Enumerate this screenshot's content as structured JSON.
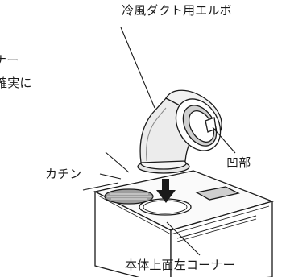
{
  "labels": {
    "duct_elbow": "冷風ダクト用エルボ",
    "catch_sound": "カチン",
    "notch": "凹部",
    "top_corner": "本体上面左コーナー",
    "cut_text_1": "ナー",
    "cut_text_2": "確実に"
  },
  "colors": {
    "line": "#1a1a1a",
    "body_fill": "#ffffff",
    "shade": "#d9d9d9",
    "shade_dark": "#bdbdbd"
  }
}
